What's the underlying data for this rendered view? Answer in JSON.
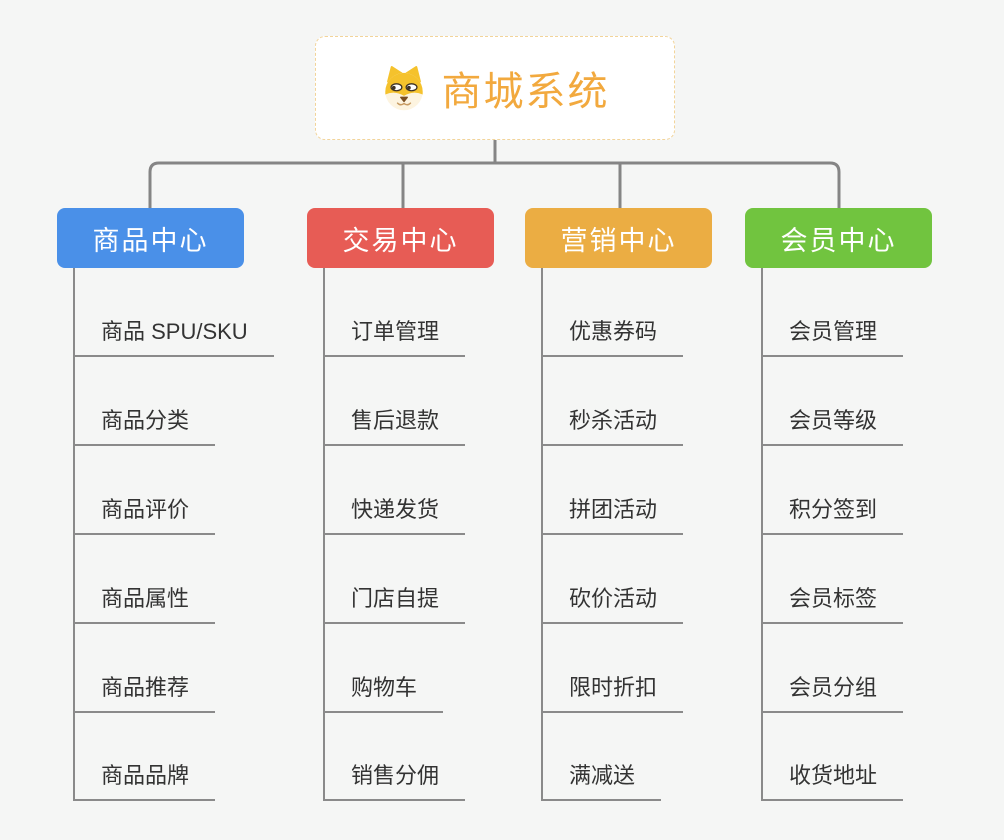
{
  "root": {
    "title": "商城系统",
    "icon": "doge-face-icon",
    "title_color": "#f2a93e",
    "border_color": "#f2d49a"
  },
  "branches": [
    {
      "label": "商品中心",
      "color": "#4a90e8",
      "items": [
        "商品 SPU/SKU",
        "商品分类",
        "商品评价",
        "商品属性",
        "商品推荐",
        "商品品牌"
      ]
    },
    {
      "label": "交易中心",
      "color": "#e75c55",
      "items": [
        "订单管理",
        "售后退款",
        "快递发货",
        "门店自提",
        "购物车",
        "销售分佣"
      ]
    },
    {
      "label": "营销中心",
      "color": "#ebad43",
      "items": [
        "优惠券码",
        "秒杀活动",
        "拼团活动",
        "砍价活动",
        "限时折扣",
        "满减送"
      ]
    },
    {
      "label": "会员中心",
      "color": "#71c43f",
      "items": [
        "会员管理",
        "会员等级",
        "积分签到",
        "会员标签",
        "会员分组",
        "收货地址"
      ]
    }
  ],
  "colors": {
    "background": "#f5f6f5",
    "connector_line": "#858585",
    "item_underline": "#8a8a8a",
    "item_text": "#333333"
  }
}
